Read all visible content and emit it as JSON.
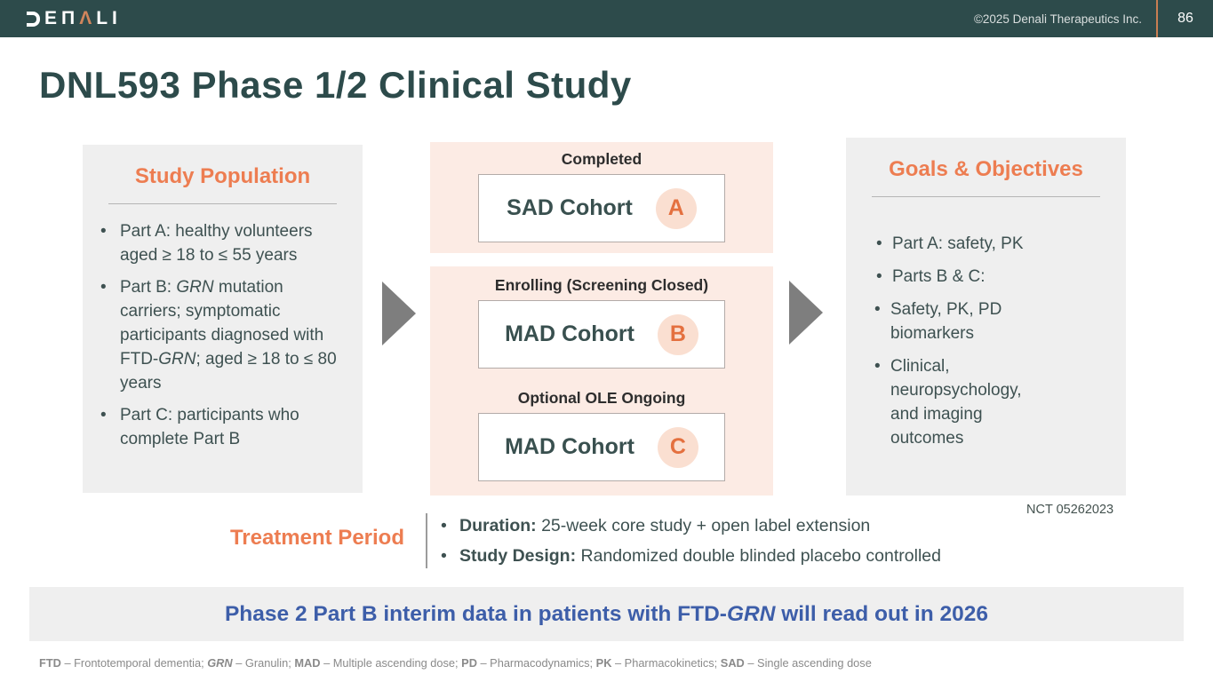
{
  "colors": {
    "header_bg": "#2d4b4b",
    "accent_orange": "#ed7d51",
    "logo_accent_orange": "#d0855c",
    "panel_gray": "#efefef",
    "panel_pink": "#fcebe4",
    "badge_peach": "#fadfd1",
    "text_dark_teal": "#3e5151",
    "banner_blue": "#3d5ea9",
    "footnote_gray": "#8a8a8a",
    "arrow_gray": "#7e7e7e"
  },
  "header": {
    "logo_letters": {
      "l1": "E",
      "l2": "Π",
      "l3": "Λ",
      "l4": "L",
      "l5": "I"
    },
    "copyright": "©2025 Denali Therapeutics Inc.",
    "page_number": "86"
  },
  "title": "DNL593 Phase 1/2 Clinical Study",
  "study_population": {
    "heading": "Study Population",
    "bullets": [
      {
        "segments": [
          {
            "t": "Part A: healthy volunteers aged ≥ 18 to ≤ 55 years"
          }
        ]
      },
      {
        "segments": [
          {
            "t": "Part B: "
          },
          {
            "t": "GRN",
            "s": "i"
          },
          {
            "t": " mutation carriers; symptomatic participants diagnosed with FTD-"
          },
          {
            "t": "GRN",
            "s": "i"
          },
          {
            "t": "; aged ≥ 18 to ≤ 80 years"
          }
        ]
      },
      {
        "segments": [
          {
            "t": "Part C: participants who complete Part B"
          }
        ]
      }
    ]
  },
  "pipeline": {
    "stage_a": {
      "status": "Completed",
      "cohort": "SAD Cohort",
      "letter": "A"
    },
    "stage_b": {
      "status": "Enrolling (Screening Closed)",
      "cohort": "MAD Cohort",
      "letter": "B"
    },
    "stage_c": {
      "status": "Optional OLE Ongoing",
      "cohort": "MAD Cohort",
      "letter": "C"
    }
  },
  "goals": {
    "heading": "Goals & Objectives",
    "bullet_1": "Part A: safety, PK",
    "bullet_2": "Parts B & C:",
    "sub_bullet_1": "Safety, PK, PD biomarkers",
    "sub_bullet_2": "Clinical, neuropsychology, and imaging outcomes"
  },
  "nct": "NCT 05262023",
  "treatment_period": {
    "label": "Treatment Period",
    "bullets": [
      {
        "segments": [
          {
            "t": "Duration:",
            "s": "b"
          },
          {
            "t": " 25-week core study + open label extension"
          }
        ]
      },
      {
        "segments": [
          {
            "t": "Study Design:",
            "s": "b"
          },
          {
            "t": " Randomized double blinded placebo controlled"
          }
        ]
      }
    ]
  },
  "banner": {
    "segments": [
      {
        "t": "Phase 2 Part B interim data in patients with FTD-"
      },
      {
        "t": "GRN",
        "s": "i"
      },
      {
        "t": " will read out in 2026"
      }
    ]
  },
  "footnote": {
    "segments": [
      {
        "t": "FTD",
        "s": "b"
      },
      {
        "t": " – Frontotemporal dementia; "
      },
      {
        "t": "GRN",
        "s": "bi"
      },
      {
        "t": " – Granulin; "
      },
      {
        "t": "MAD",
        "s": "b"
      },
      {
        "t": " – Multiple ascending dose; "
      },
      {
        "t": "PD",
        "s": "b"
      },
      {
        "t": " – Pharmacodynamics; "
      },
      {
        "t": "PK",
        "s": "b"
      },
      {
        "t": " – Pharmacokinetics; "
      },
      {
        "t": "SAD",
        "s": "b"
      },
      {
        "t": " – Single ascending dose"
      }
    ]
  }
}
